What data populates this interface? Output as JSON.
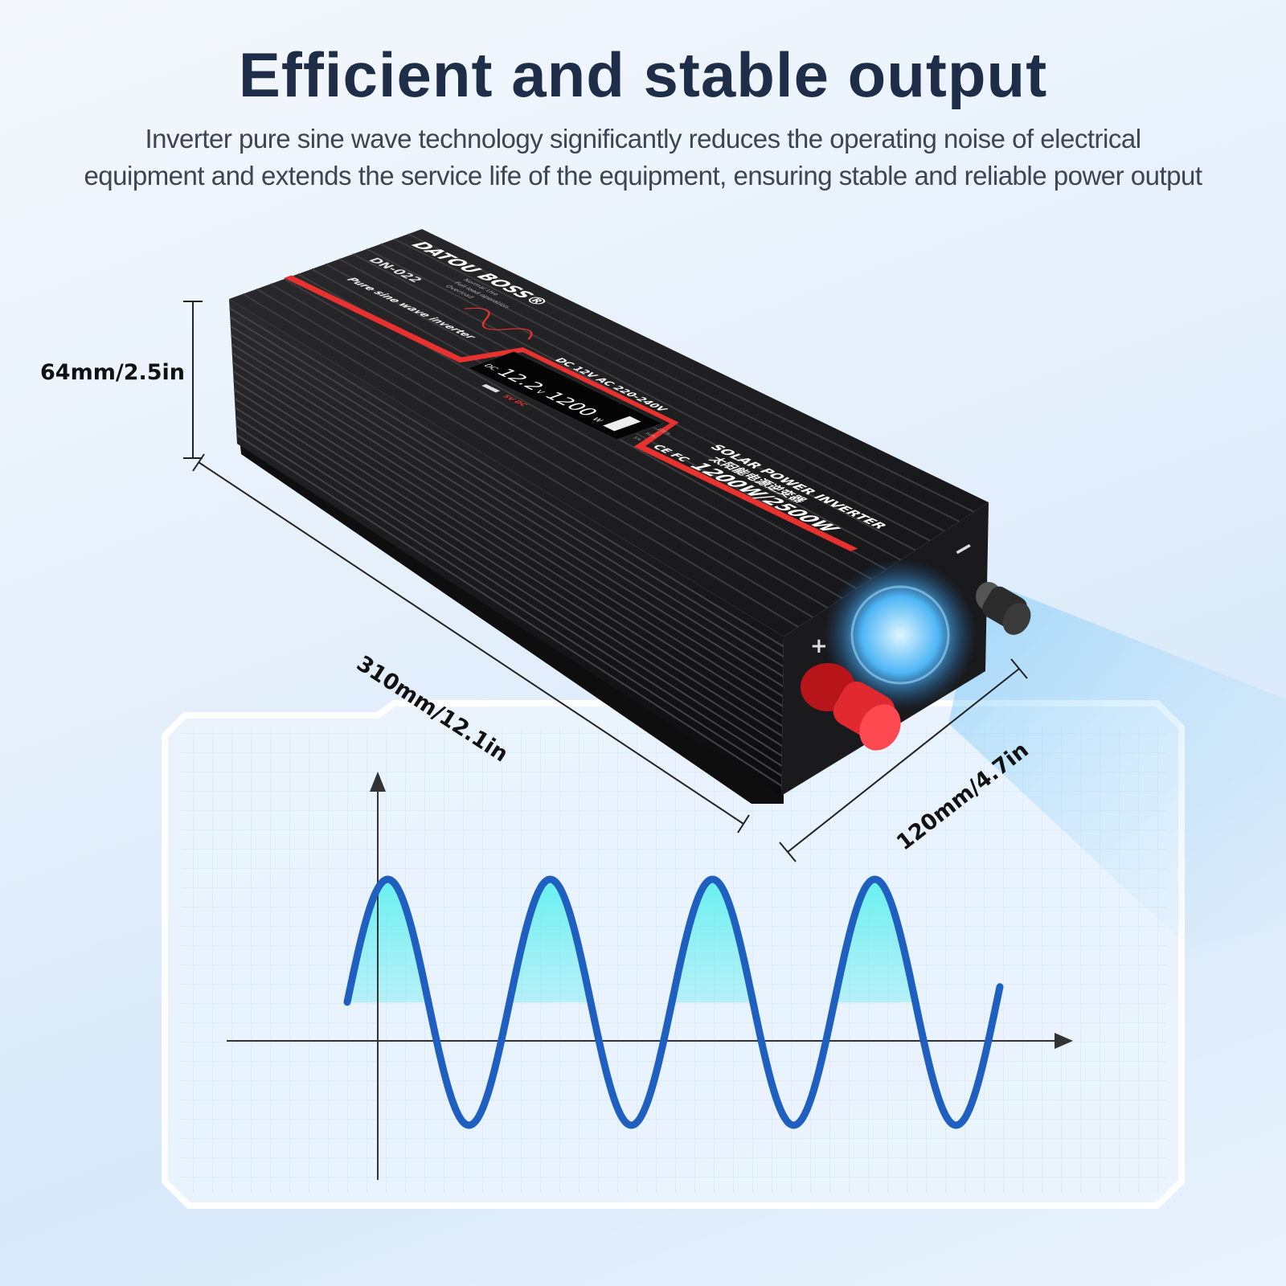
{
  "header": {
    "title": "Efficient and stable output",
    "subtitle_line1": "Inverter pure sine wave technology significantly reduces the operating noise of electrical",
    "subtitle_line2": "equipment and extends the service life of the equipment, ensuring stable and reliable power output"
  },
  "dimensions": {
    "height": "64mm/2.5in",
    "length": "310mm/12.1in",
    "width": "120mm/4.7in"
  },
  "product": {
    "brand": "DATOU BOSS®",
    "model": "DN-022",
    "indicator_labels": [
      "Normal Use",
      "Full load operation",
      "Overload"
    ],
    "tagline": "Pure sine wave inverter",
    "spec_band": "DC 12V AC 220-240V",
    "display_voltage": "12.2",
    "display_voltage_unit": "V",
    "display_power": "1200",
    "display_power_unit": "W",
    "display_dc": "DC",
    "battery_levels": [
      "100%",
      "50%",
      "5%"
    ],
    "usb_label": "5V DC",
    "name_en": "SOLAR POWER INVERTER",
    "name_cn": "太阳能电源逆变器",
    "certifications": "CE FC",
    "rating": "1200W/2500W",
    "terminal_plus": "+",
    "terminal_minus": "−"
  },
  "colors": {
    "accent_red": "#e8322f",
    "body": "#1c1c1e",
    "wave": "#1f5fc0",
    "wave_fill": "#5ff0ef",
    "title": "#1e2d48"
  }
}
